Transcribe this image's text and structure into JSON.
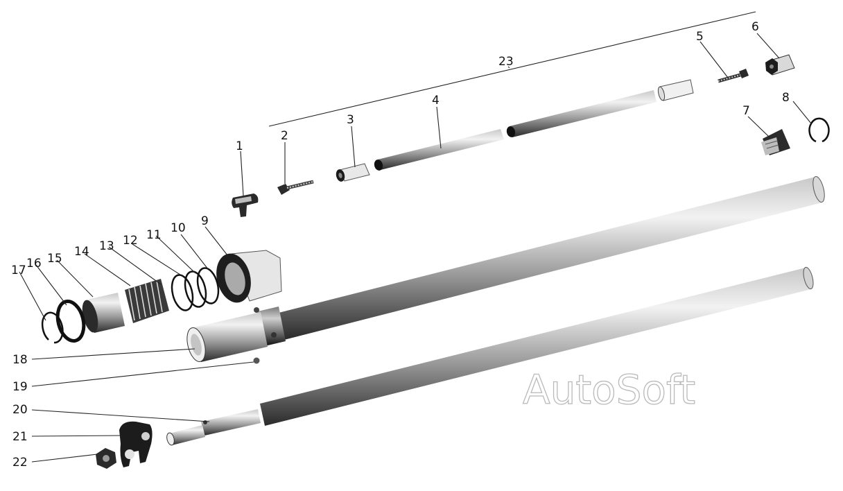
{
  "diagram": {
    "callouts": {
      "c1": "1",
      "c2": "2",
      "c3": "3",
      "c4": "4",
      "c5": "5",
      "c6": "6",
      "c7": "7",
      "c8": "8",
      "c9": "9",
      "c10": "10",
      "c11": "11",
      "c12": "12",
      "c13": "13",
      "c14": "14",
      "c15": "15",
      "c16": "16",
      "c17": "17",
      "c18": "18",
      "c19": "19",
      "c20": "20",
      "c21": "21",
      "c22": "22",
      "c23": "23"
    },
    "watermark": "AutoSoft"
  },
  "colors": {
    "ink": "#111111",
    "part_dark": "#1e1e1e",
    "part_mid": "#8a8a8a",
    "part_light": "#e4e4e4",
    "watermark_outline": "#b9b9b9"
  }
}
